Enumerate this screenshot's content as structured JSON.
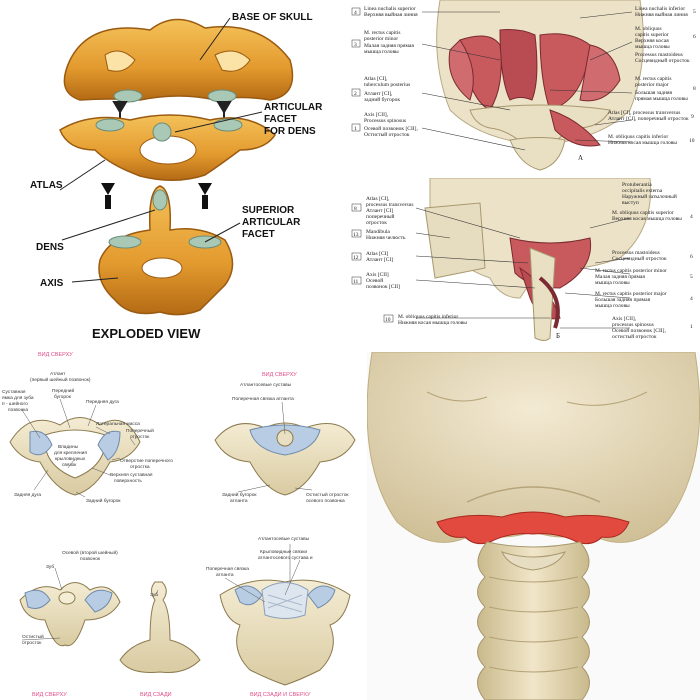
{
  "exploded": {
    "labels": {
      "base_of_skull": "BASE OF SKULL",
      "articular_facet_dens_1": "ARTICULAR",
      "articular_facet_dens_2": "FACET",
      "articular_facet_dens_3": "FOR DENS",
      "atlas": "ATLAS",
      "dens": "DENS",
      "superior_facet_1": "SUPERIOR",
      "superior_facet_2": "ARTICULAR",
      "superior_facet_3": "FACET",
      "axis": "AXIS",
      "caption": "EXPLODED VIEW"
    }
  },
  "muscles_posterior": {
    "left": [
      {
        "num": "4",
        "l1": "Linea nuchalis superior",
        "l2": "Верхняя выйная линия"
      },
      {
        "num": "3",
        "l1": "M. rectus capitis",
        "l2": "posterior minor",
        "l3": "Малая задняя прямая",
        "l4": "мышца головы"
      },
      {
        "num": "2",
        "l1": "Atlas [CI],",
        "l2": "tuberculum posterius",
        "l3": "Атлант [CI],",
        "l4": "задний бугорок"
      },
      {
        "num": "1",
        "l1": "Axis [CII],",
        "l2": "Processus spinosus",
        "l3": "Осевой позвонок [CII],",
        "l4": "Остистый отросток"
      }
    ],
    "right": [
      {
        "num": "5",
        "l1": "Linea nuchalis inferior",
        "l2": "Нижняя выйная линия"
      },
      {
        "num": "6",
        "l1": "M. obliquus",
        "l2": "capitis superior",
        "l3": "Верхняя косая",
        "l4": "мышца головы",
        "l5": "Processus mastoideus",
        "l6": "Сосцевидный отросток"
      },
      {
        "num": "8",
        "l1": "M. rectus capitis",
        "l2": "posterior major",
        "l3": "Большая задняя",
        "l4": "прямая мышца головы"
      },
      {
        "num": "9",
        "l1": "Atlas [CI], processus transversus",
        "l2": "Атлант [CI], поперечный отросток"
      },
      {
        "num": "10",
        "l1": "M. obliquus capitis inferior",
        "l2": "Нижняя косая мышца головы"
      }
    ],
    "letter": "А"
  },
  "muscles_lateral": {
    "left": [
      {
        "num": "8",
        "l1": "Atlas [CI],",
        "l2": "processus transversus",
        "l3": "Атлант [CI]",
        "l4": "поперечный",
        "l5": "отросток"
      },
      {
        "num": "13",
        "l1": "Mandibula",
        "l2": "Нижняя челюсть"
      },
      {
        "num": "12",
        "l1": "Atlas [CI]",
        "l2": "Атлант [CI]"
      },
      {
        "num": "11",
        "l1": "Axis [CII]",
        "l2": "Осевой",
        "l3": "позвонок [CII]"
      },
      {
        "num": "10",
        "l1": "M. obliquus capitis inferior",
        "l2": "Нижняя косая мышца головы"
      }
    ],
    "right": [
      {
        "num": "",
        "l1": "Protuberantia",
        "l2": "occipitalis externa",
        "l3": "Наружный затылочный",
        "l4": "выступ"
      },
      {
        "num": "4",
        "l1": "M. obliquus capitis superior",
        "l2": "Верхняя косая мышца головы"
      },
      {
        "num": "6",
        "l1": "Processus mastoideus",
        "l2": "Сосцевидный отросток"
      },
      {
        "num": "5",
        "l1": "M. rectus capitis posterior minor",
        "l2": "Малая задняя прямая",
        "l3": "мышца головы"
      },
      {
        "num": "4",
        "l1": "M. rectus capitis posterior major",
        "l2": "Большая задняя прямая",
        "l3": "мышца головы"
      },
      {
        "num": "1",
        "l1": "Axis [CII],",
        "l2": "processus spinosus",
        "l3": "Осевой позвонок [CII],",
        "l4": "остистый отросток"
      }
    ],
    "letter": "Б"
  },
  "vertebrae_ru": {
    "title_top_left": "ВИД СВЕРХУ",
    "title_top_right": "ВИД СВЕРХУ",
    "atlas_title_1": "Атлант",
    "atlas_title_2": "(первый шейный позвонок)",
    "labels_atlas": {
      "anterior_tubercle_1": "Передний",
      "anterior_tubercle_2": "бугорок",
      "anterior_arch": "Передняя дуга",
      "dens_facet_1": "Суставная",
      "dens_facet_2": "ямка для зуба",
      "dens_facet_3": "II - шейного",
      "dens_facet_4": "позвонка",
      "lateral_mass": "Латеральная масса",
      "transverse_process_1": "Поперечный",
      "transverse_process_2": "отросток",
      "ligament_pits_1": "Впадины",
      "ligament_pits_2": "для крепления",
      "ligament_pits_3": "крыловидных",
      "ligament_pits_4": "связок",
      "transverse_foramen_1": "Отверстие поперечного",
      "transverse_foramen_2": "отростка",
      "superior_facet_1": "Верхняя суставная",
      "superior_facet_2": "поверхность",
      "posterior_arch": "Задняя дуга",
      "posterior_tubercle": "Задний бугорок"
    },
    "labels_joint_top": {
      "title": "Атлантосевые суставы",
      "transverse_ligament": "Поперечная связка атланта",
      "posterior_tubercle_1": "Задний бугорок",
      "posterior_tubercle_2": "атланта",
      "spinous_1": "Остистый отросток",
      "spinous_2": "осевого позвонка"
    },
    "axis_title_1": "Осевой (второй шейный)",
    "axis_title_2": "позвонок",
    "labels_axis": {
      "dens": "Зуб",
      "spinous_1": "Остистый",
      "spinous_2": "отросток",
      "dens_back": "Зуб"
    },
    "labels_joint_back": {
      "title": "Атлантосевые суставы",
      "alar_1": "Крыловидные связки",
      "alar_2": "атлантосевого сустава и",
      "transverse_1": "Поперечная связка",
      "transverse_2": "атланта"
    },
    "bottom_titles": {
      "a": "ВИД СВЕРХУ",
      "b": "ВИД СЗАДИ",
      "c": "ВИД СЗАДИ И СВЕРХУ"
    }
  },
  "colors": {
    "bone_orange": "#e8a33a",
    "bone_dark": "#b06a14",
    "bone_pale": "#ede3c6",
    "muscle_red": "#b84a4e",
    "highlight_red": "#e24a3f",
    "label_pink": "#e04a86"
  }
}
